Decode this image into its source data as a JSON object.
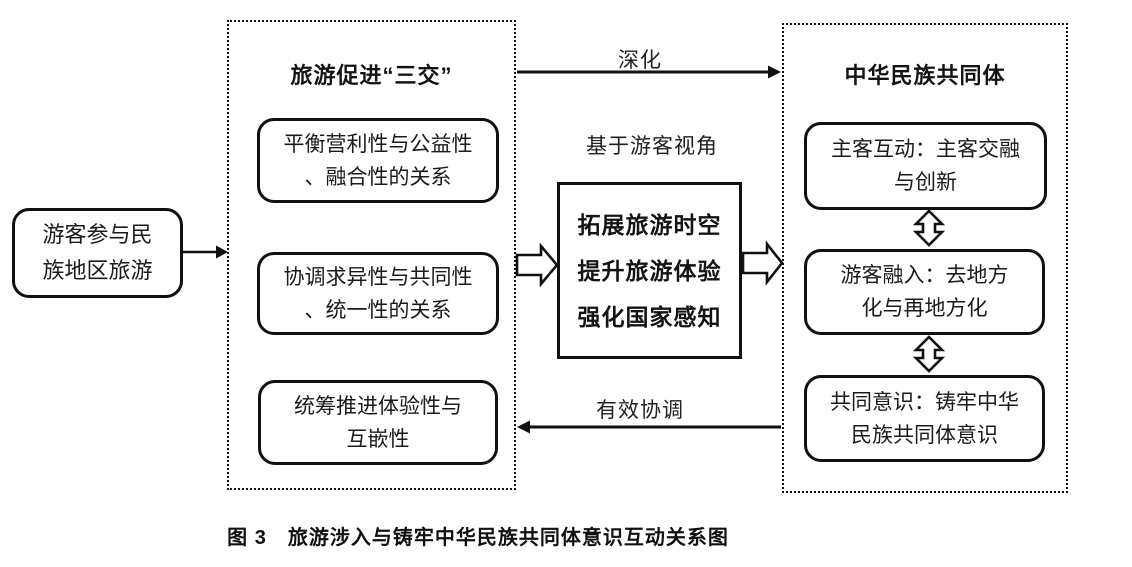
{
  "nodes": {
    "tourist": {
      "lines": [
        "游客参与民",
        "族地区旅游"
      ]
    },
    "left_group": {
      "title": "旅游促进“三交”",
      "items": [
        {
          "lines": [
            "平衡营利性与公益性",
            "、融合性的关系"
          ]
        },
        {
          "lines": [
            "协调求异性与共同性",
            "、统一性的关系"
          ]
        },
        {
          "lines": [
            "统筹推进体验性与",
            "互嵌性"
          ]
        }
      ]
    },
    "center": {
      "label": "基于游客视角",
      "lines": [
        "拓展旅游时空",
        "提升旅游体验",
        "强化国家感知"
      ]
    },
    "right_group": {
      "title": "中华民族共同体",
      "items": [
        {
          "lines": [
            "主客互动：主客交融",
            "与创新"
          ]
        },
        {
          "lines": [
            "游客融入：去地方",
            "化与再地方化"
          ]
        },
        {
          "lines": [
            "共同意识：铸牢中华",
            "民族共同体意识"
          ]
        }
      ]
    }
  },
  "edges": {
    "deepen_label": "深化",
    "coordinate_label": "有效协调"
  },
  "caption": "图 3　旅游涉入与铸牢中华民族共同体意识互动关系图",
  "colors": {
    "ink": "#111111",
    "background": "#ffffff"
  }
}
